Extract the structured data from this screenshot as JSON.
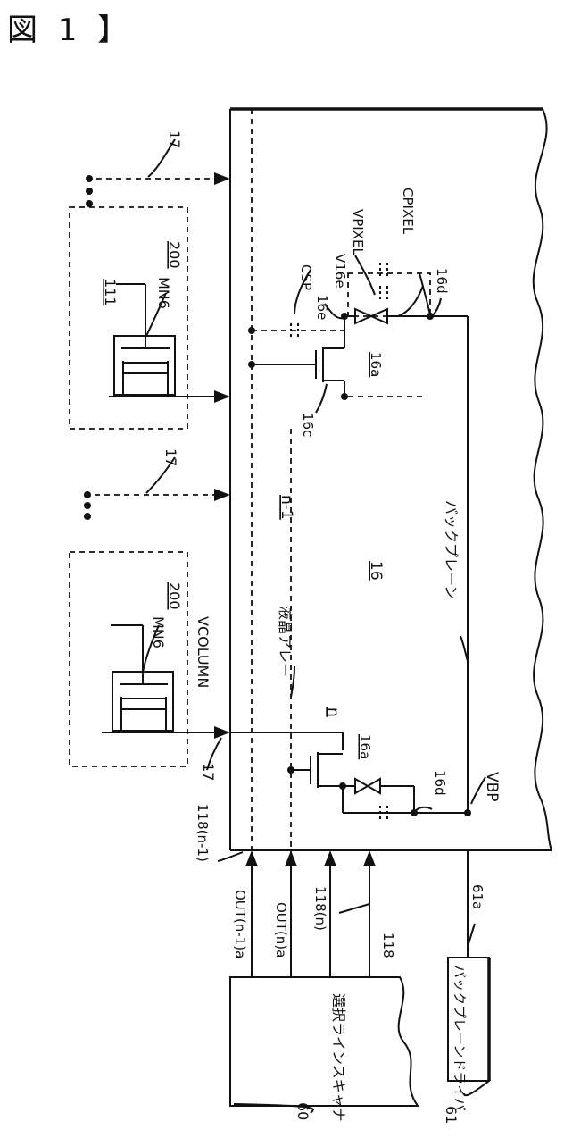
{
  "figure": {
    "title": "図 1 】"
  },
  "labels": {
    "ref_17_top": "17",
    "ref_17_mid": "17",
    "ref_17_bottom": "17",
    "ref_200_top": "200",
    "ref_200_bottom": "200",
    "mn6_top": "MN6",
    "mn6_bottom": "MN6",
    "terminal_111": "111",
    "csp": "CSP",
    "ref_16e": "16e",
    "v16e": "V16e",
    "vpixel": "VPIXEL",
    "cpixel": "CPIXEL",
    "ref_16d_top": "16d",
    "ref_16a_top": "16a",
    "ref_16c": "16c",
    "n_minus_1": "n-1",
    "ref_16": "16",
    "backplane": "バックプレーン",
    "vcolumn": "VCOLUMN",
    "lc_array": "液晶アレー",
    "n": "n",
    "ref_16a_bottom": "16a",
    "ref_16d_bottom": "16d",
    "vbp": "VBP",
    "ref_118_n_minus_1": "118(n-1)",
    "out_n_minus_1_a": "OUT(n-1)a",
    "out_n_a": "OUT(n)a",
    "ref_118_n": "118(n)",
    "ref_118": "118",
    "ref_61a": "61a",
    "select_line_scanner": "選択ラインスキャナ",
    "ref_60": "60",
    "backplane_driver": "バックプレーンドライバ",
    "ref_61": "61"
  }
}
